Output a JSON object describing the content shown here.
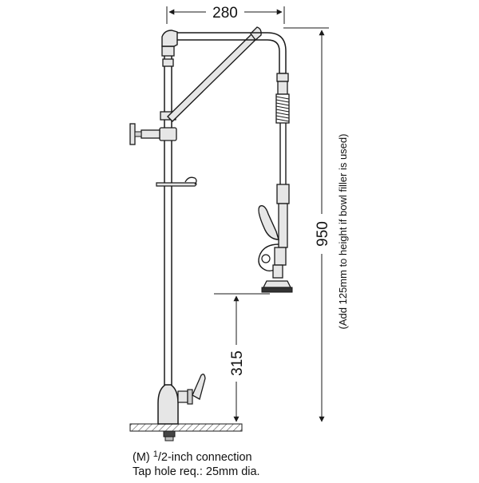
{
  "dimensions": {
    "top_width": "280",
    "total_height": "950",
    "total_height_note": "(Add 125mm to height if bowl filler is used)",
    "spray_height": "315"
  },
  "caption": {
    "connection_prefix": "(M) ",
    "connection_numerator": "1",
    "connection_rest": "/2-inch connection",
    "tap_hole": "Tap hole req.: 25mm dia."
  },
  "colors": {
    "line": "#1a1a1a",
    "fill": "#e6e6e6",
    "counter_hatch": "#555555"
  }
}
